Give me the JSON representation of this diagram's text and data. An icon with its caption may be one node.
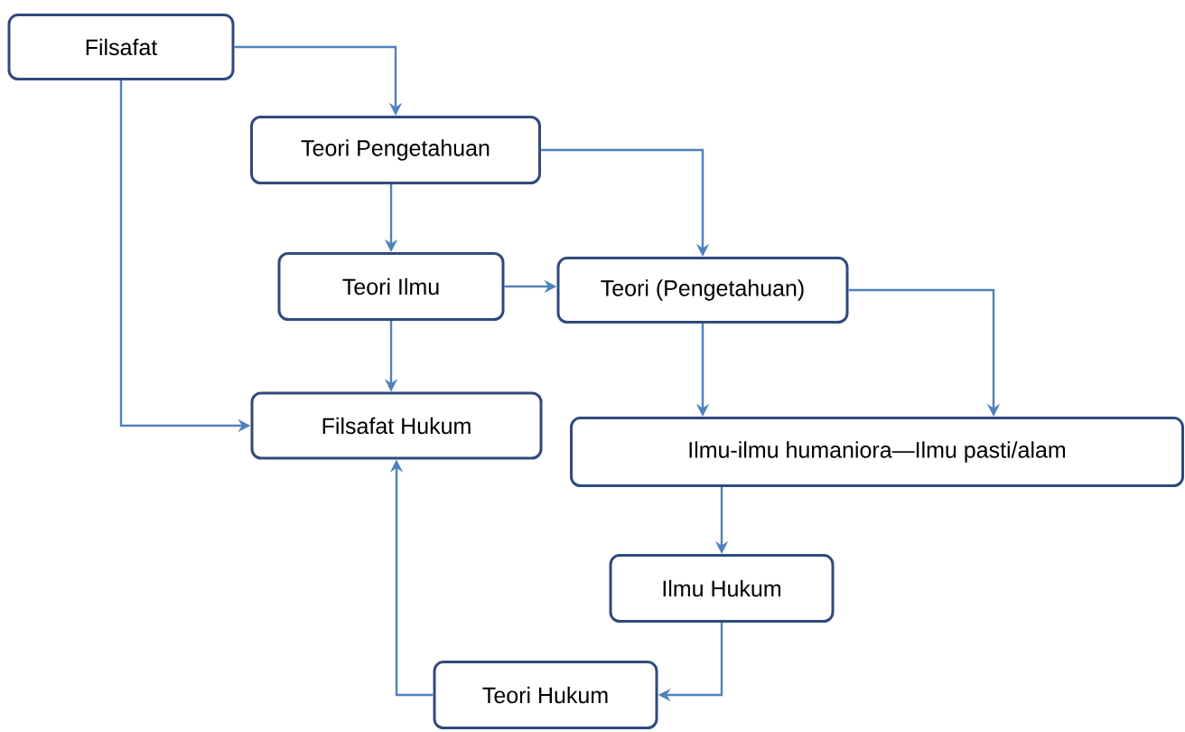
{
  "diagram": {
    "nodes": [
      {
        "text": [
          "Filsafat"
        ]
      },
      {
        "text": [
          "Teori Pengetahuan"
        ]
      },
      {
        "text": [
          "Teori Ilmu"
        ]
      },
      {
        "text": [
          "Teori (Pengetahuan)"
        ]
      },
      {
        "text": [
          "Filsafat Hukum"
        ]
      },
      {
        "text": [
          "Ilmu-ilmu humaniora—Ilmu pasti/alam"
        ]
      },
      {
        "text": [
          "Ilmu Hukum"
        ]
      },
      {
        "text": [
          "Teori Hukum"
        ]
      }
    ],
    "edges": [
      {
        "from": 0,
        "to": 1,
        "arrow": "to"
      },
      {
        "from": 0,
        "to": 4,
        "arrow": "to"
      },
      {
        "from": 1,
        "to": 2,
        "arrow": "to"
      },
      {
        "from": 1,
        "to": 3,
        "arrow": "to"
      },
      {
        "from": 2,
        "to": 3,
        "arrow": "to"
      },
      {
        "from": 2,
        "to": 4,
        "arrow": "to"
      },
      {
        "from": 3,
        "to": 5,
        "arrow": "to"
      },
      {
        "from": 3,
        "to": 5,
        "arrow": "to"
      },
      {
        "from": 5,
        "to": 6,
        "arrow": "to"
      },
      {
        "from": 6,
        "to": 7,
        "arrow": "to"
      },
      {
        "from": 7,
        "to": 4,
        "arrow": "to"
      }
    ]
  }
}
